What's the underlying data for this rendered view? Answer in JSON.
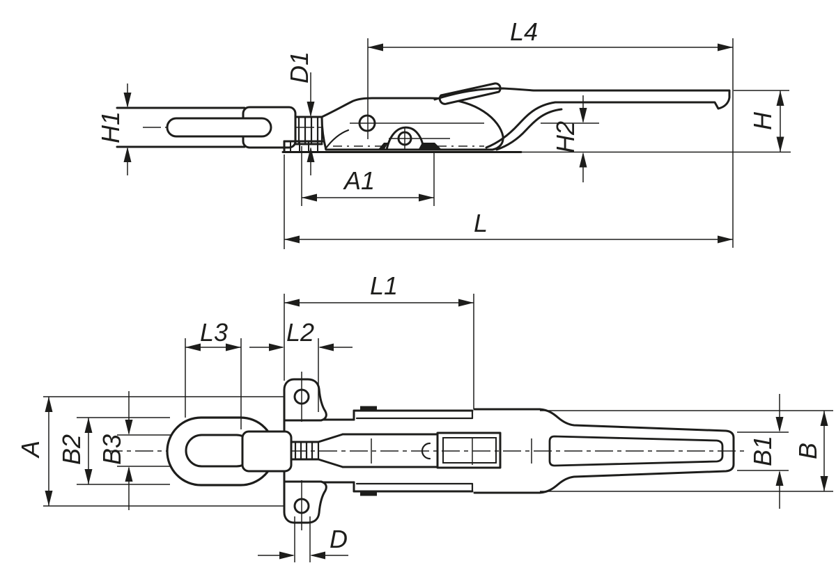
{
  "colors": {
    "line": "#1d1d1b",
    "background": "#ffffff"
  },
  "dims": {
    "L4": "L4",
    "D1": "D1",
    "H1": "H1",
    "H2": "H2",
    "H": "H",
    "A1": "A1",
    "L": "L",
    "L1": "L1",
    "L2": "L2",
    "L3": "L3",
    "A": "A",
    "B2": "B2",
    "B3": "B3",
    "B1": "B1",
    "B": "B",
    "D": "D"
  }
}
